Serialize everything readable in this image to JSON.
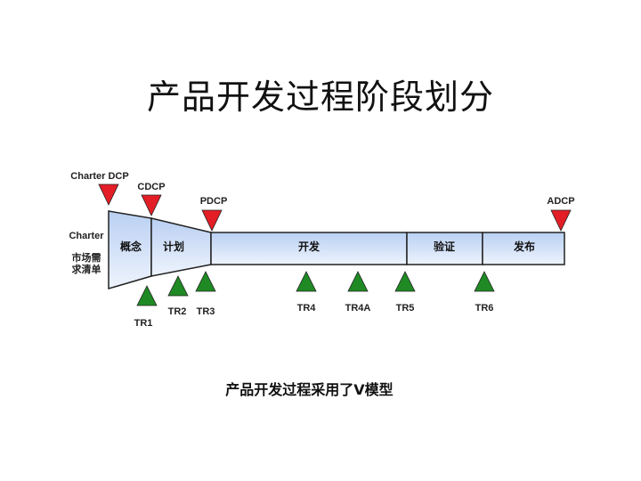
{
  "title": "产品开发过程阶段划分",
  "caption": "产品开发过程采用了V模型",
  "colors": {
    "stage_top": "#b9cff2",
    "stage_bottom": "#eef4fd",
    "dcp": "#e41e26",
    "tr": "#1f8a24",
    "outline": "#222222"
  },
  "side_label": {
    "main": "Charter",
    "line1": "市场需",
    "line2": "求清单"
  },
  "phases": {
    "concept": "概念",
    "plan": "计划",
    "develop": "开发",
    "verify": "验证",
    "release": "发布"
  },
  "dcp": {
    "charter": "Charter DCP",
    "cdcp": "CDCP",
    "pdcp": "PDCP",
    "adcp": "ADCP"
  },
  "tr": {
    "tr1": "TR1",
    "tr2": "TR2",
    "tr3": "TR3",
    "tr4": "TR4",
    "tr4a": "TR4A",
    "tr5": "TR5",
    "tr6": "TR6"
  }
}
